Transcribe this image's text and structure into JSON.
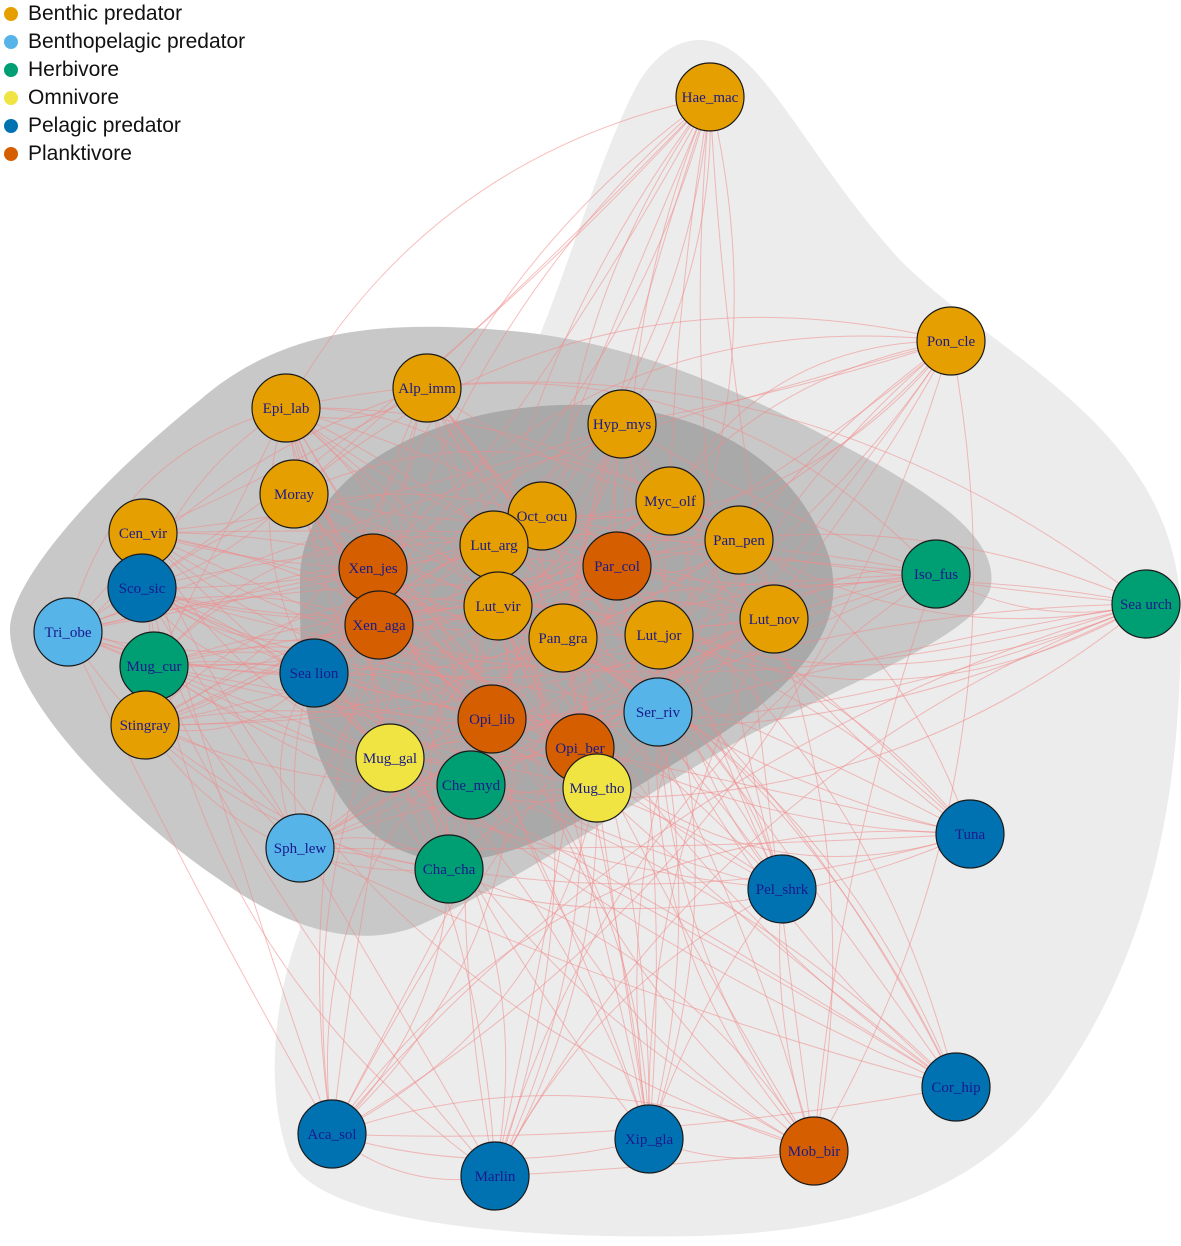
{
  "legend": [
    {
      "id": "benthic",
      "label": "Benthic predator",
      "color": "#E69F00"
    },
    {
      "id": "benthopelagic",
      "label": "Benthopelagic predator",
      "color": "#56B4E9"
    },
    {
      "id": "herbivore",
      "label": "Herbivore",
      "color": "#009E73"
    },
    {
      "id": "omnivore",
      "label": "Omnivore",
      "color": "#F0E442"
    },
    {
      "id": "pelagic",
      "label": "Pelagic predator",
      "color": "#0072B2"
    },
    {
      "id": "planktivore",
      "label": "Planktivore",
      "color": "#D55E00"
    }
  ],
  "nodes": [
    {
      "name": "Hae_mac",
      "group": "benthic"
    },
    {
      "name": "Pon_cle",
      "group": "benthic"
    },
    {
      "name": "Alp_imm",
      "group": "benthic"
    },
    {
      "name": "Epi_lab",
      "group": "benthic"
    },
    {
      "name": "Hyp_mys",
      "group": "benthic"
    },
    {
      "name": "Moray",
      "group": "benthic"
    },
    {
      "name": "Myc_olf",
      "group": "benthic"
    },
    {
      "name": "Oct_ocu",
      "group": "benthic"
    },
    {
      "name": "Cen_vir",
      "group": "benthic"
    },
    {
      "name": "Lut_arg",
      "group": "benthic"
    },
    {
      "name": "Pan_pen",
      "group": "benthic"
    },
    {
      "name": "Xen_jes",
      "group": "planktivore"
    },
    {
      "name": "Par_col",
      "group": "planktivore"
    },
    {
      "name": "Sco_sic",
      "group": "pelagic"
    },
    {
      "name": "Iso_fus",
      "group": "herbivore"
    },
    {
      "name": "Sea urch",
      "group": "herbivore"
    },
    {
      "name": "Tri_obe",
      "group": "benthopelagic"
    },
    {
      "name": "Lut_vir",
      "group": "benthic"
    },
    {
      "name": "Xen_aga",
      "group": "planktivore"
    },
    {
      "name": "Lut_nov",
      "group": "benthic"
    },
    {
      "name": "Pan_gra",
      "group": "benthic"
    },
    {
      "name": "Lut_jor",
      "group": "benthic"
    },
    {
      "name": "Mug_cur",
      "group": "herbivore"
    },
    {
      "name": "Sea lion",
      "group": "pelagic"
    },
    {
      "name": "Ser_riv",
      "group": "benthopelagic"
    },
    {
      "name": "Opi_lib",
      "group": "planktivore"
    },
    {
      "name": "Stingray",
      "group": "benthic"
    },
    {
      "name": "Opi_ber",
      "group": "planktivore"
    },
    {
      "name": "Mug_gal",
      "group": "omnivore"
    },
    {
      "name": "Che_myd",
      "group": "herbivore"
    },
    {
      "name": "Mug_tho",
      "group": "omnivore"
    },
    {
      "name": "Tuna",
      "group": "pelagic"
    },
    {
      "name": "Sph_lew",
      "group": "benthopelagic"
    },
    {
      "name": "Cha_cha",
      "group": "herbivore"
    },
    {
      "name": "Pel_shrk",
      "group": "pelagic"
    },
    {
      "name": "Cor_hip",
      "group": "pelagic"
    },
    {
      "name": "Aca_sol",
      "group": "pelagic"
    },
    {
      "name": "Xip_gla",
      "group": "pelagic"
    },
    {
      "name": "Mob_bir",
      "group": "planktivore"
    },
    {
      "name": "Marlin",
      "group": "pelagic"
    }
  ]
}
